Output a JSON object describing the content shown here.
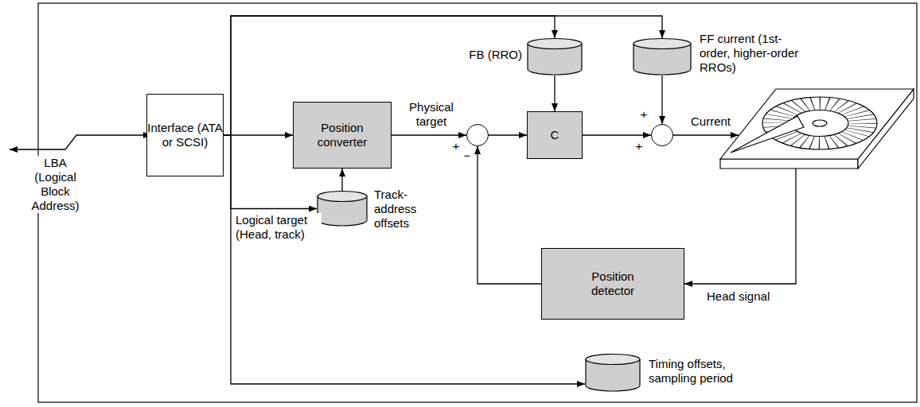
{
  "diagram": {
    "nodes": [
      {
        "text": [
          "Interface (ATA or SCSI)"
        ]
      },
      {
        "text": [
          "FB (RRO)"
        ]
      },
      {
        "text": [
          "FF current (1st-order, higher-order RROs)"
        ]
      },
      {
        "text": [
          "Position converter"
        ]
      },
      {
        "text": [
          "+",
          "−"
        ]
      },
      {
        "text": [
          "C"
        ]
      },
      {
        "text": [
          "+",
          "+"
        ]
      },
      {
        "text": [
          "Track-address offsets"
        ]
      },
      {
        "text": [
          "Position detector"
        ]
      },
      {
        "text": [
          "Timing offsets, sampling period"
        ]
      }
    ],
    "edges": [
      {
        "from": 0,
        "to": 3,
        "arrow": "to"
      },
      {
        "from": 0,
        "to": 1,
        "arrow": "to"
      },
      {
        "from": 0,
        "to": 2,
        "arrow": "to"
      },
      {
        "from": 0,
        "to": 7,
        "arrow": "to",
        "label": "Logical target (Head, track)"
      },
      {
        "from": 0,
        "to": 9,
        "arrow": "to"
      },
      {
        "from": 7,
        "to": 3,
        "arrow": "to"
      },
      {
        "from": 3,
        "to": 4,
        "arrow": "to",
        "label": "Physical target"
      },
      {
        "from": 4,
        "to": 5,
        "arrow": "to"
      },
      {
        "from": 1,
        "to": 5,
        "arrow": "to"
      },
      {
        "from": 5,
        "to": 6,
        "arrow": "to"
      },
      {
        "from": 2,
        "to": 6,
        "arrow": "to"
      },
      {
        "from": 8,
        "to": 4,
        "arrow": "to"
      }
    ],
    "labels": [
      "LBA (Logical Block Address)",
      "Current",
      "Head signal"
    ]
  }
}
